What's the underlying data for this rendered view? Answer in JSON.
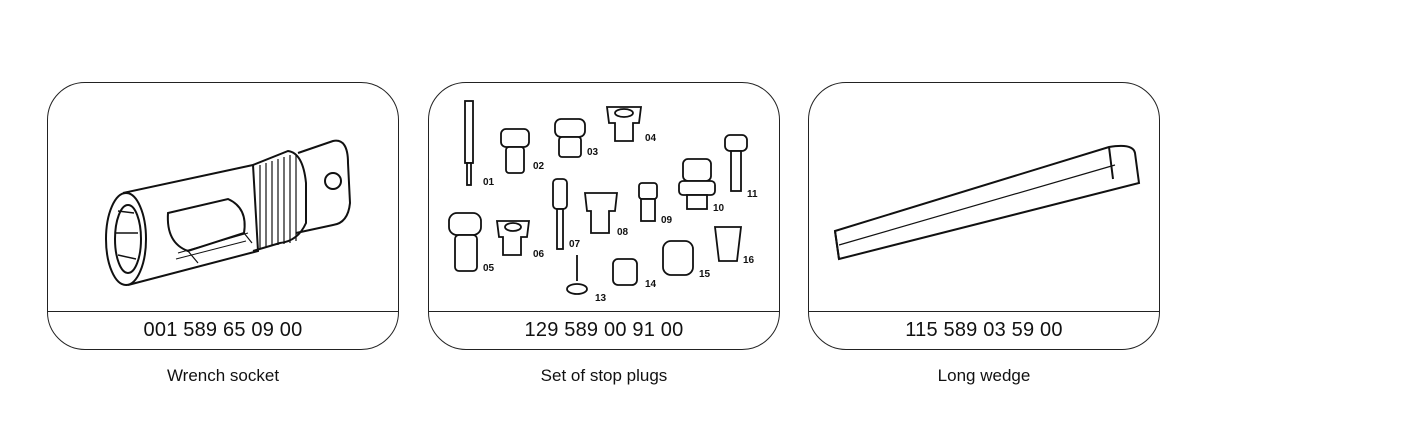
{
  "tools": [
    {
      "part_number": "001 589 65 09 00",
      "caption": "Wrench socket",
      "illustration": "wrench-socket"
    },
    {
      "part_number": "129 589 00 91 00",
      "caption": "Set of stop plugs",
      "illustration": "stop-plugs-set",
      "callouts": [
        "01",
        "02",
        "03",
        "04",
        "05",
        "06",
        "07",
        "08",
        "09",
        "10",
        "11",
        "13",
        "14",
        "15",
        "16"
      ]
    },
    {
      "part_number": "115 589 03 59 00",
      "caption": "Long wedge",
      "illustration": "long-wedge"
    }
  ]
}
